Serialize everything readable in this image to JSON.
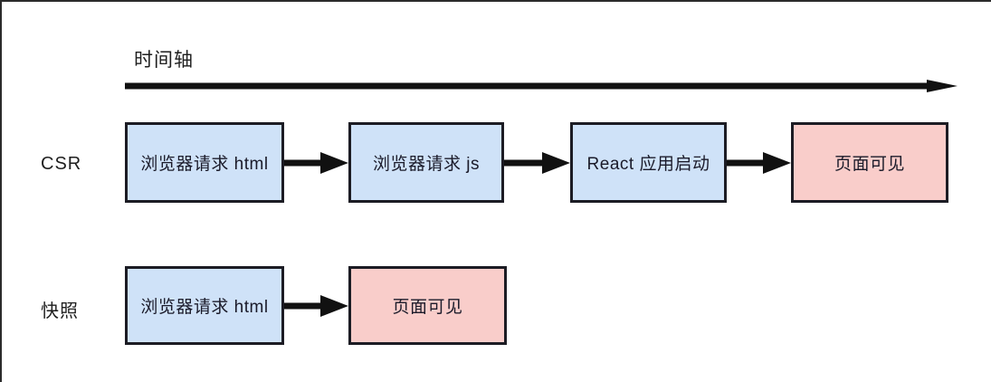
{
  "diagram": {
    "title_label": "时间轴",
    "axis": {
      "name": "timeline-axis",
      "direction": "left-to-right",
      "arrowhead": "right"
    },
    "colors": {
      "blue_fill": "#cfe2f8",
      "pink_fill": "#f9cdca",
      "stroke": "#1c1c24",
      "background": "#ffffff",
      "text": "#1b1b2a"
    },
    "rows": [
      {
        "label": "CSR",
        "nodes": [
          {
            "text": "浏览器请求 html",
            "kind": "blue"
          },
          {
            "text": "浏览器请求 js",
            "kind": "blue"
          },
          {
            "text": "React 应用启动",
            "kind": "blue"
          },
          {
            "text": "页面可见",
            "kind": "pink"
          }
        ]
      },
      {
        "label": "快照",
        "nodes": [
          {
            "text": "浏览器请求 html",
            "kind": "blue"
          },
          {
            "text": "页面可见",
            "kind": "pink"
          }
        ]
      }
    ]
  }
}
